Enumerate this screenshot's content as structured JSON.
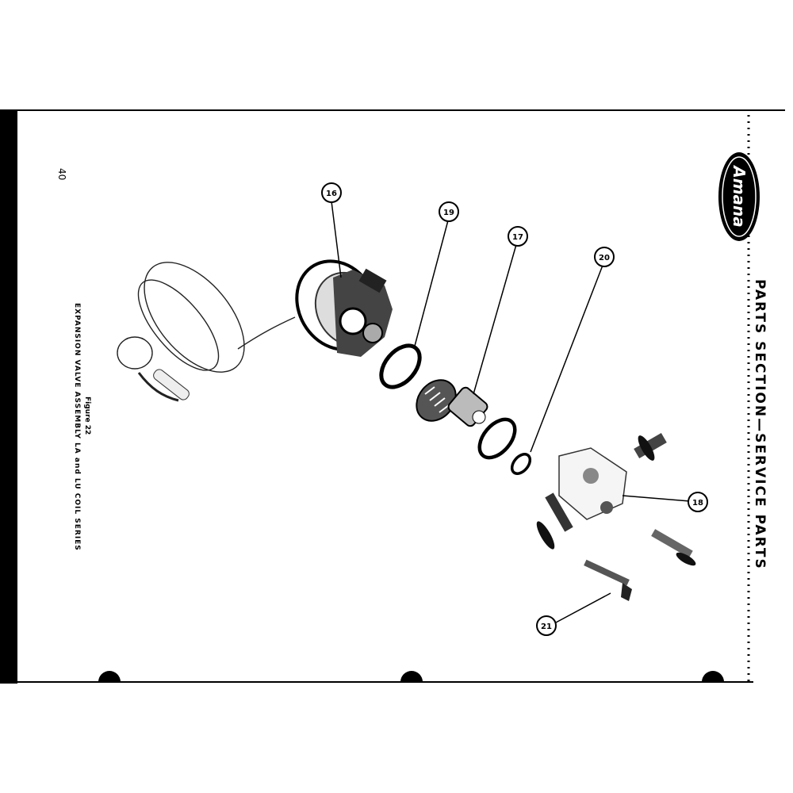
{
  "page": {
    "number": "40",
    "brand": "Amana",
    "section_title": "PARTS SECTION—SERVICE PARTS",
    "figure_label": "Figure 22",
    "figure_caption": "EXPANSION VALVE ASSEMBLY LA and LU COIL SERIES"
  },
  "callouts": [
    {
      "id": "c16",
      "number": "16"
    },
    {
      "id": "c19",
      "number": "19"
    },
    {
      "id": "c17",
      "number": "17"
    },
    {
      "id": "c20",
      "number": "20"
    },
    {
      "id": "c18",
      "number": "18"
    },
    {
      "id": "c21",
      "number": "21"
    }
  ]
}
